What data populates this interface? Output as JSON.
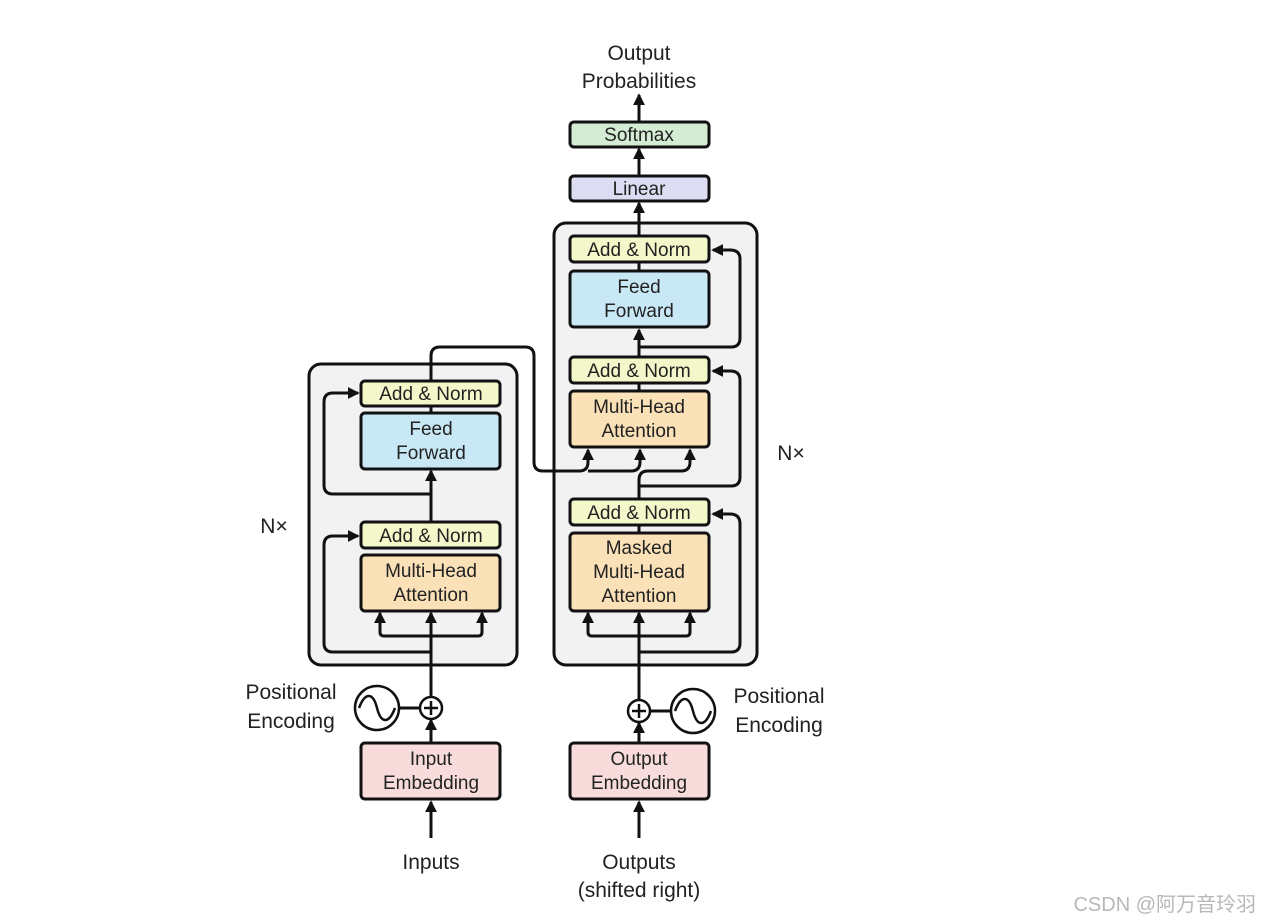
{
  "colors": {
    "stack_fill": "#f2f2f2",
    "add_norm": "#f3f7c9",
    "feed_forward": "#c8e8f6",
    "attention": "#fbe1b8",
    "embedding": "#f8dcdc",
    "linear": "#dcdcf2",
    "softmax": "#d4ecd4",
    "stroke": "#111111"
  },
  "encoder": {
    "repeat_label": "N×",
    "add_norm_top": "Add & Norm",
    "feed_forward": [
      "Feed",
      "Forward"
    ],
    "add_norm_bottom": "Add & Norm",
    "attention": [
      "Multi-Head",
      "Attention"
    ],
    "positional_encoding": [
      "Positional",
      "Encoding"
    ],
    "embedding": [
      "Input",
      "Embedding"
    ],
    "input_label": "Inputs"
  },
  "decoder": {
    "repeat_label": "N×",
    "add_norm_top": "Add & Norm",
    "feed_forward": [
      "Feed",
      "Forward"
    ],
    "add_norm_mid": "Add & Norm",
    "attention": [
      "Multi-Head",
      "Attention"
    ],
    "add_norm_bottom": "Add & Norm",
    "masked_attention": [
      "Masked",
      "Multi-Head",
      "Attention"
    ],
    "positional_encoding": [
      "Positional",
      "Encoding"
    ],
    "embedding": [
      "Output",
      "Embedding"
    ],
    "input_label": [
      "Outputs",
      "(shifted right)"
    ]
  },
  "head": {
    "linear": "Linear",
    "softmax": "Softmax",
    "output_label": [
      "Output",
      "Probabilities"
    ]
  },
  "watermark": "CSDN @阿万音玲羽"
}
